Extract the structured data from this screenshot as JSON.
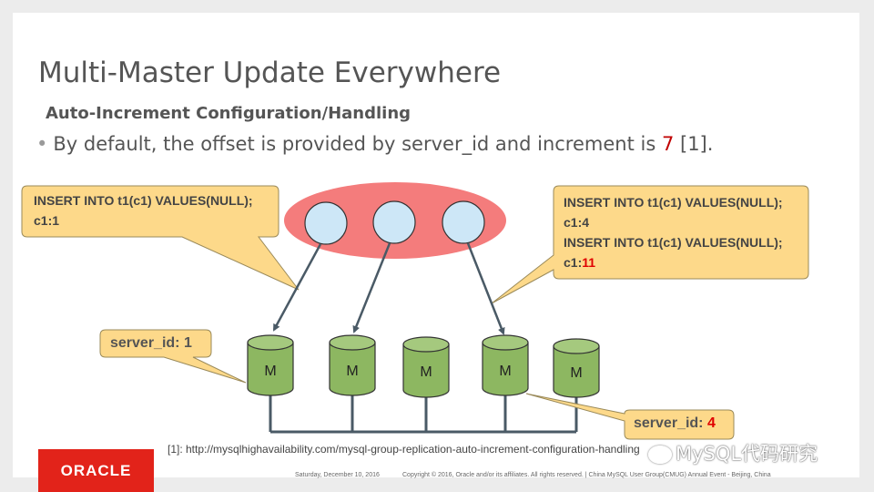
{
  "slide": {
    "title": "Multi-Master Update Everywhere",
    "subtitle": "Auto-Increment Configuration/Handling",
    "bullet": {
      "before": "By default, the offset is provided by server_id and increment is ",
      "highlight": "7",
      "after": " [1]."
    }
  },
  "callouts": {
    "left": {
      "line1": "INSERT INTO t1(c1) VALUES(NULL);",
      "line2": "c1:1"
    },
    "right": {
      "line1": "INSERT INTO t1(c1) VALUES(NULL);",
      "line2": "c1:4",
      "line3": "INSERT INTO t1(c1) VALUES(NULL);",
      "line4_prefix": "c1:",
      "line4_value": "11"
    },
    "server_left": {
      "prefix": "server_id: ",
      "value": "1"
    },
    "server_right": {
      "prefix": "server_id: ",
      "value": "4"
    }
  },
  "servers": [
    "M",
    "M",
    "M",
    "M",
    "M"
  ],
  "colors": {
    "cluster": "#f47c7c",
    "client": "#cde7f7",
    "server": "#8db761",
    "callout": "#fdd98a",
    "highlight": "#e00000",
    "oracle": "#e2231a"
  },
  "reference": "[1]: http://mysqlhighavailability.com/mysql-group-replication-auto-increment-configuration-handling",
  "watermark": "MySQL代码研究",
  "footer": {
    "logo": "ORACLE",
    "date": "Saturday, December 10, 2016",
    "copyright": "Copyright © 2016, Oracle and/or its affiliates. All rights reserved.  |  China MySQL User Group(CMUG) Annual Event - Beijing, China"
  }
}
